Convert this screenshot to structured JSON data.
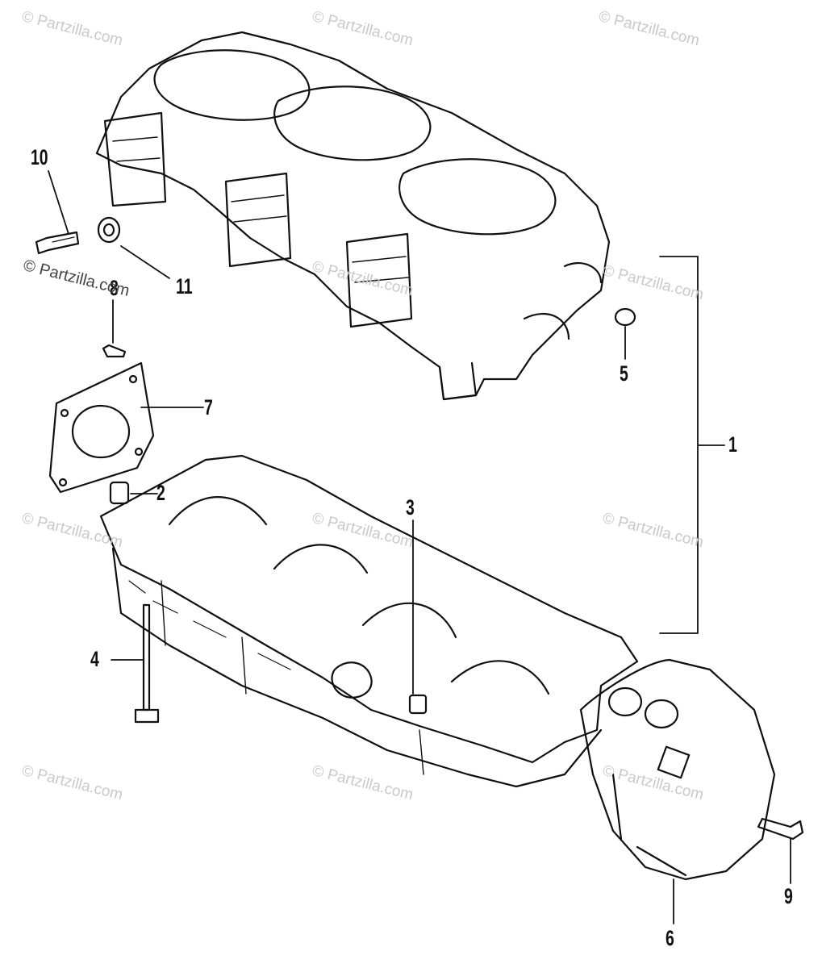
{
  "callouts": {
    "c1": "1",
    "c2": "2",
    "c3": "3",
    "c4": "4",
    "c5": "5",
    "c6": "6",
    "c7": "7",
    "c8": "8",
    "c9": "9",
    "c10": "10",
    "c11": "11"
  },
  "watermarks": {
    "text": "© Partzilla.com",
    "prefix": "©",
    "brand": "Partzilla.com"
  }
}
